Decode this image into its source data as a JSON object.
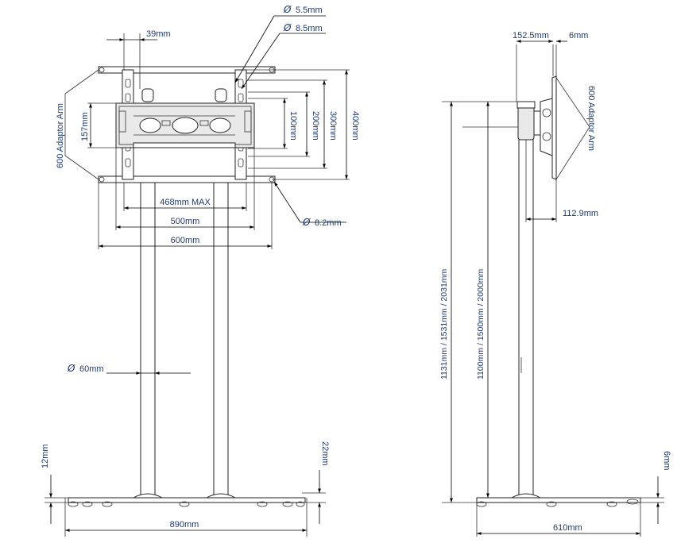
{
  "front_view": {
    "dim_39": "39mm",
    "dim_hole_5_5": "5.5mm",
    "dim_hole_8_5": "8.5mm",
    "dim_hole_8_2": "8.2mm",
    "adaptor_arm": "600 Adaptor Arm",
    "dim_157": "157mm",
    "dim_100": "100mm",
    "dim_200": "200mm",
    "dim_300": "300mm",
    "dim_400": "400mm",
    "dim_468": "468mm MAX",
    "dim_500": "500mm",
    "dim_600": "600mm",
    "dim_pole": "60mm",
    "dim_12": "12mm",
    "dim_22": "22mm",
    "dim_890": "890mm"
  },
  "side_view": {
    "dim_152_5": "152.5mm",
    "dim_6_top": "6mm",
    "adaptor_arm": "600 Adaptor Arm",
    "dim_112_9": "112.9mm",
    "dim_height_total": "1131mm / 1531mm / 2031mm",
    "dim_height_pole": "1100mm / 1500mm / 2000mm",
    "dim_6_base": "6mm",
    "dim_610": "610mm"
  },
  "symbols": {
    "diameter": "Ø"
  }
}
